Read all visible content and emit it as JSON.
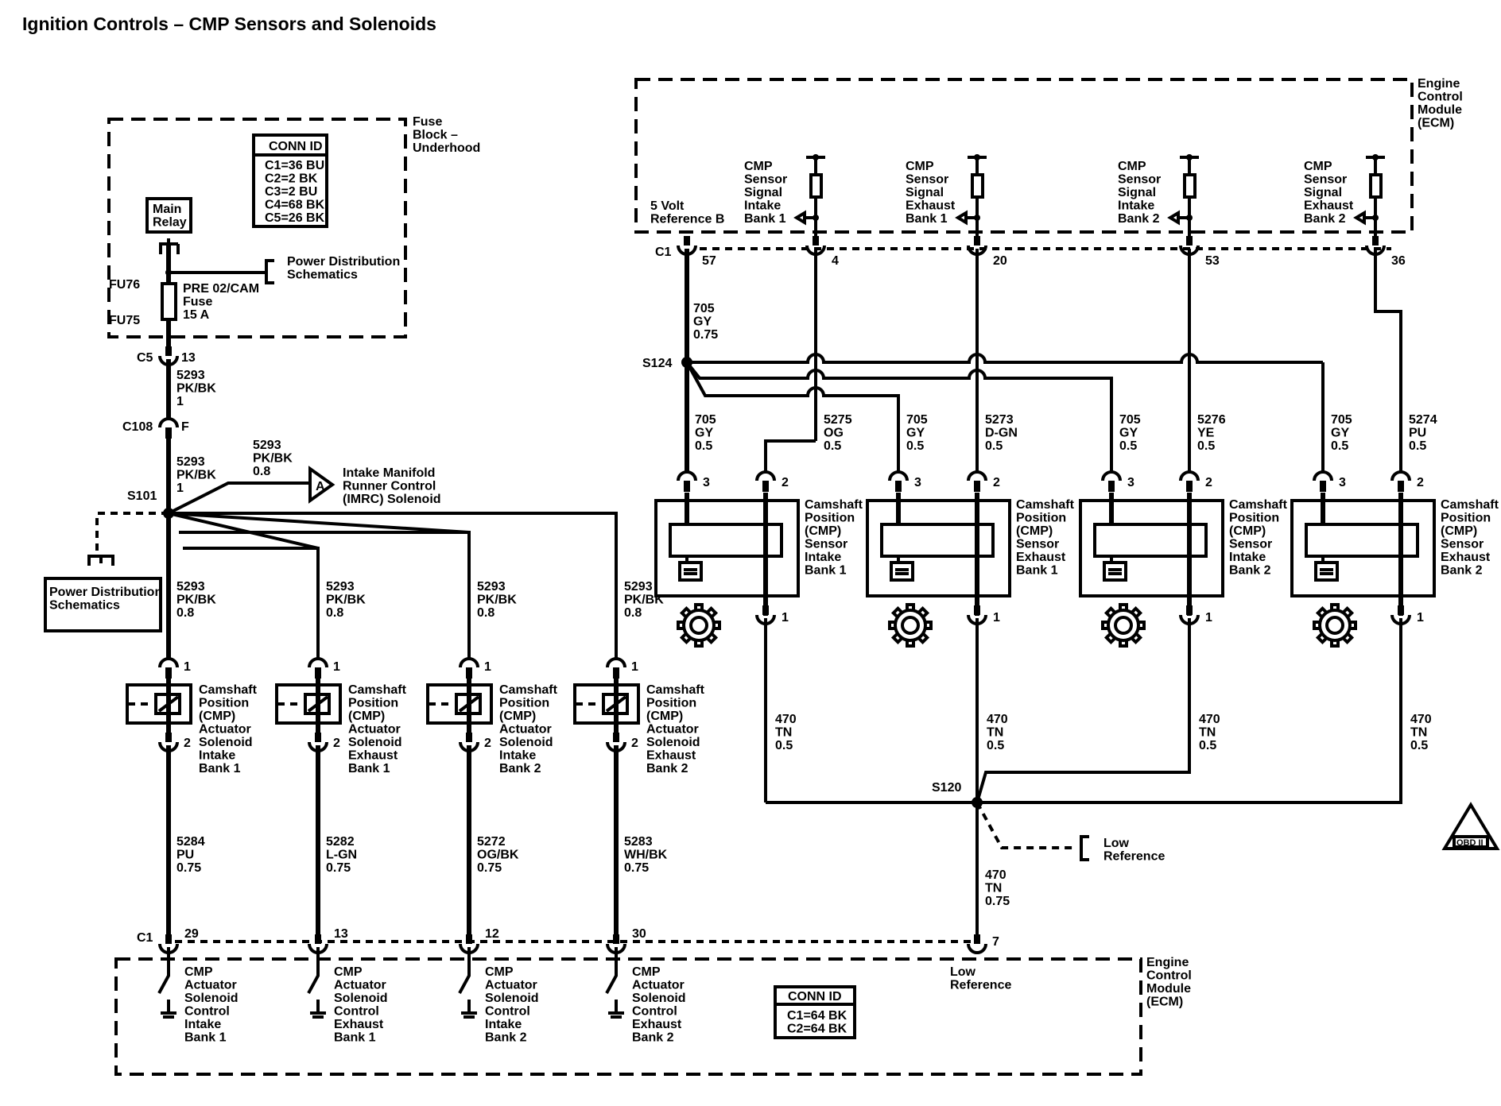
{
  "title": "Ignition Controls – CMP Sensors and Solenoids",
  "fuse_block": {
    "label": [
      "Fuse",
      "Block –",
      "Underhood"
    ],
    "conn_id_header": "CONN ID",
    "conn_ids": [
      "C1=36 BU",
      "C2=2 BK",
      "C3=2 BU",
      "C4=68 BK",
      "C5=26 BK"
    ],
    "main_relay": [
      "Main",
      "Relay"
    ],
    "fu76": "FU76",
    "fu75": "FU75",
    "fuse_label": [
      "PRE 02/CAM",
      "Fuse",
      "15 A"
    ],
    "power_dist": [
      "Power Distribution",
      "Schematics"
    ]
  },
  "left_chain": {
    "c5": "C5",
    "c5_pin": "13",
    "wire1": [
      "5293",
      "PK/BK",
      "1"
    ],
    "c108": "C108",
    "c108_pin": "F",
    "wire2": [
      "5293",
      "PK/BK",
      "1"
    ],
    "s101": "S101",
    "imrc_wire": [
      "5293",
      "PK/BK",
      "0.8"
    ],
    "imrc_ref": "A",
    "imrc_label": [
      "Intake Manifold",
      "Runner Control",
      "(IMRC) Solenoid"
    ],
    "power_dist2": [
      "Power Distribution",
      "Schematics"
    ]
  },
  "solenoids": [
    {
      "feed": [
        "5293",
        "PK/BK",
        "0.8"
      ],
      "pin1": "1",
      "pin2": "2",
      "name": [
        "Camshaft",
        "Position",
        "(CMP)",
        "Actuator",
        "Solenoid",
        "Intake",
        "Bank 1"
      ],
      "out": [
        "5284",
        "PU",
        "0.75"
      ],
      "ecm_pin": "29",
      "ecm_label": [
        "CMP",
        "Actuator",
        "Solenoid",
        "Control",
        "Intake",
        "Bank 1"
      ]
    },
    {
      "feed": [
        "5293",
        "PK/BK",
        "0.8"
      ],
      "pin1": "1",
      "pin2": "2",
      "name": [
        "Camshaft",
        "Position",
        "(CMP)",
        "Actuator",
        "Solenoid",
        "Exhaust",
        "Bank 1"
      ],
      "out": [
        "5282",
        "L-GN",
        "0.75"
      ],
      "ecm_pin": "13",
      "ecm_label": [
        "CMP",
        "Actuator",
        "Solenoid",
        "Control",
        "Exhaust",
        "Bank 1"
      ]
    },
    {
      "feed": [
        "5293",
        "PK/BK",
        "0.8"
      ],
      "pin1": "1",
      "pin2": "2",
      "name": [
        "Camshaft",
        "Position",
        "(CMP)",
        "Actuator",
        "Solenoid",
        "Intake",
        "Bank 2"
      ],
      "out": [
        "5272",
        "OG/BK",
        "0.75"
      ],
      "ecm_pin": "12",
      "ecm_label": [
        "CMP",
        "Actuator",
        "Solenoid",
        "Control",
        "Intake",
        "Bank 2"
      ]
    },
    {
      "feed": [
        "5293",
        "PK/BK",
        "0.8"
      ],
      "pin1": "1",
      "pin2": "2",
      "name": [
        "Camshaft",
        "Position",
        "(CMP)",
        "Actuator",
        "Solenoid",
        "Exhaust",
        "Bank 2"
      ],
      "out": [
        "5283",
        "WH/BK",
        "0.75"
      ],
      "ecm_pin": "30",
      "ecm_label": [
        "CMP",
        "Actuator",
        "Solenoid",
        "Control",
        "Exhaust",
        "Bank 2"
      ]
    }
  ],
  "ecm_bottom": {
    "label": [
      "Engine",
      "Control",
      "Module",
      "(ECM)"
    ],
    "c1": "C1",
    "low_ref_pin": "7",
    "low_ref_label": [
      "Low",
      "Reference"
    ],
    "conn_id_header": "CONN ID",
    "conn_ids": [
      "C1=64 BK",
      "C2=64 BK"
    ]
  },
  "ecm_top": {
    "label": [
      "Engine",
      "Control",
      "Module",
      "(ECM)"
    ],
    "ref_label": [
      "5 Volt",
      "Reference B"
    ],
    "c1": "C1",
    "ref_pin": "57",
    "signals": [
      {
        "label": [
          "CMP",
          "Sensor",
          "Signal",
          "Intake",
          "Bank 1"
        ],
        "pin": "4"
      },
      {
        "label": [
          "CMP",
          "Sensor",
          "Signal",
          "Exhaust",
          "Bank 1"
        ],
        "pin": "20"
      },
      {
        "label": [
          "CMP",
          "Sensor",
          "Signal",
          "Intake",
          "Bank 2"
        ],
        "pin": "53"
      },
      {
        "label": [
          "CMP",
          "Sensor",
          "Signal",
          "Exhaust",
          "Bank 2"
        ],
        "pin": "36"
      }
    ]
  },
  "ref_wire": [
    "705",
    "GY",
    "0.75"
  ],
  "s124": "S124",
  "sensors": [
    {
      "ref": [
        "705",
        "GY",
        "0.5"
      ],
      "sig": [
        "5275",
        "OG",
        "0.5"
      ],
      "pin3": "3",
      "pin2": "2",
      "pin1": "1",
      "name": [
        "Camshaft",
        "Position",
        "(CMP)",
        "Sensor",
        "Intake",
        "Bank 1"
      ],
      "low": [
        "470",
        "TN",
        "0.5"
      ]
    },
    {
      "ref": [
        "705",
        "GY",
        "0.5"
      ],
      "sig": [
        "5273",
        "D-GN",
        "0.5"
      ],
      "pin3": "3",
      "pin2": "2",
      "pin1": "1",
      "name": [
        "Camshaft",
        "Position",
        "(CMP)",
        "Sensor",
        "Exhaust",
        "Bank 1"
      ],
      "low": [
        "470",
        "TN",
        "0.5"
      ]
    },
    {
      "ref": [
        "705",
        "GY",
        "0.5"
      ],
      "sig": [
        "5276",
        "YE",
        "0.5"
      ],
      "pin3": "3",
      "pin2": "2",
      "pin1": "1",
      "name": [
        "Camshaft",
        "Position",
        "(CMP)",
        "Sensor",
        "Intake",
        "Bank 2"
      ],
      "low": [
        "470",
        "TN",
        "0.5"
      ]
    },
    {
      "ref": [
        "705",
        "GY",
        "0.5"
      ],
      "sig": [
        "5274",
        "PU",
        "0.5"
      ],
      "pin3": "3",
      "pin2": "2",
      "pin1": "1",
      "name": [
        "Camshaft",
        "Position",
        "(CMP)",
        "Sensor",
        "Exhaust",
        "Bank 2"
      ],
      "low": [
        "470",
        "TN",
        "0.5"
      ]
    }
  ],
  "s120": "S120",
  "low_ref_wire": [
    "470",
    "TN",
    "0.75"
  ],
  "low_ref_dest": [
    "Low",
    "Reference"
  ],
  "obd": {
    "numeral": "II",
    "label": "OBD II"
  }
}
